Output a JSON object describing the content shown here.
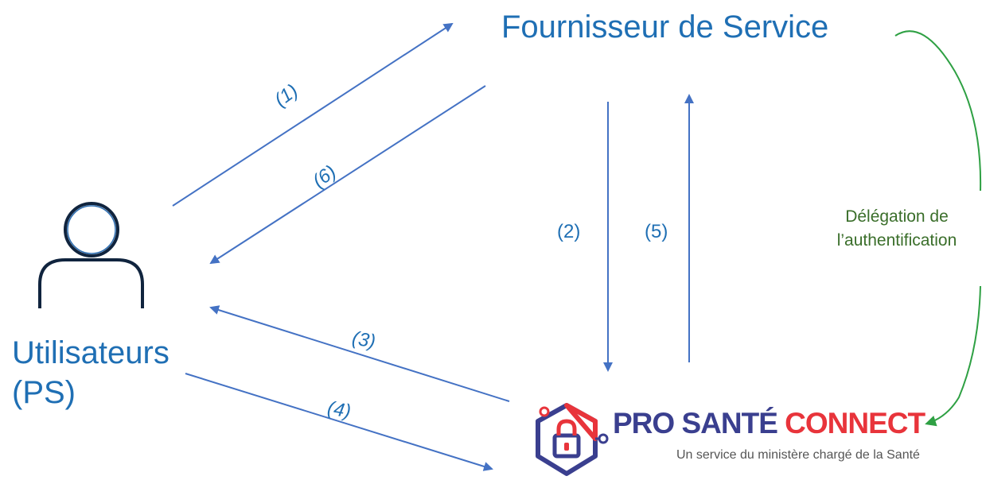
{
  "nodes": {
    "service_provider": "Fournisseur de Service",
    "users": [
      "Utilisateurs",
      "(PS)"
    ]
  },
  "steps": {
    "s1": "(1)",
    "s2": "(2)",
    "s3": "(3)",
    "s4": "(4)",
    "s5": "(5)",
    "s6": "(6)"
  },
  "delegation": [
    "Délégation de",
    "l’authentification"
  ],
  "logo": {
    "brand_pro": "PRO",
    "brand_sante": "SANTÉ",
    "brand_connect": "CONNECT",
    "subtitle": "Un service du ministère chargé de la Santé"
  },
  "colors": {
    "arrow": "#4472c4",
    "text": "#1f6fb4",
    "delegation_curve": "#2ea043",
    "delegation_text": "#3a6e2a",
    "brand_blue": "#3a3f8f",
    "brand_red": "#e8343b"
  },
  "icons": [
    "user-icon",
    "padlock-hexagon-icon"
  ]
}
